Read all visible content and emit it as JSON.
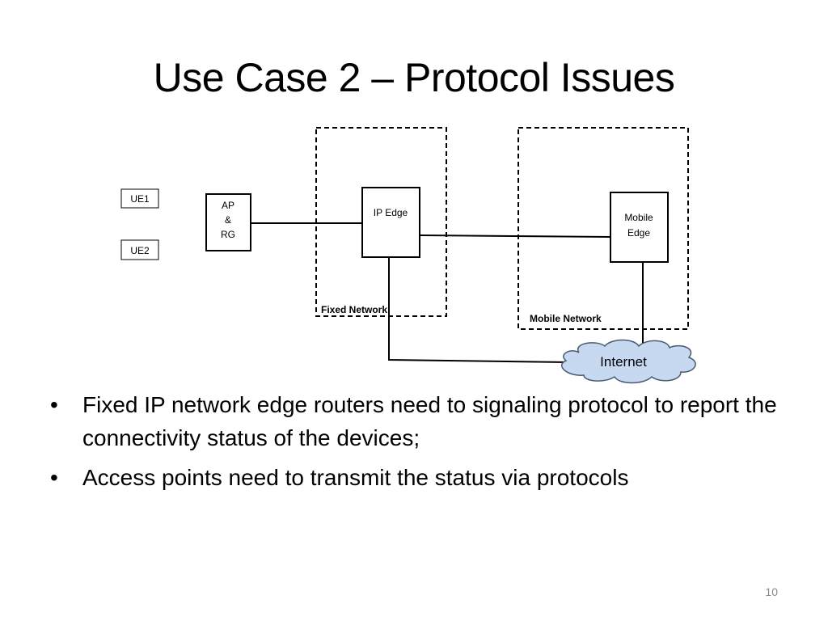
{
  "slide": {
    "title": "Use Case 2 – Protocol Issues",
    "page_number": "10"
  },
  "diagram": {
    "nodes": {
      "ue1": "UE1",
      "ue2": "UE2",
      "ap_line1": "AP",
      "ap_line2": "&",
      "ap_line3": "RG",
      "ip_edge": "IP Edge",
      "mobile_edge_line1": "Mobile",
      "mobile_edge_line2": "Edge",
      "internet": "Internet"
    },
    "regions": {
      "fixed_network": "Fixed Network",
      "mobile_network": "Mobile Network"
    },
    "colors": {
      "cloud_fill": "#c6d9f1",
      "cloud_stroke": "#4a5a70",
      "line": "#000000"
    }
  },
  "bullets": [
    "Fixed IP network edge routers need to signaling protocol to report the connectivity status of the devices;",
    "Access points need to transmit the status via protocols"
  ]
}
